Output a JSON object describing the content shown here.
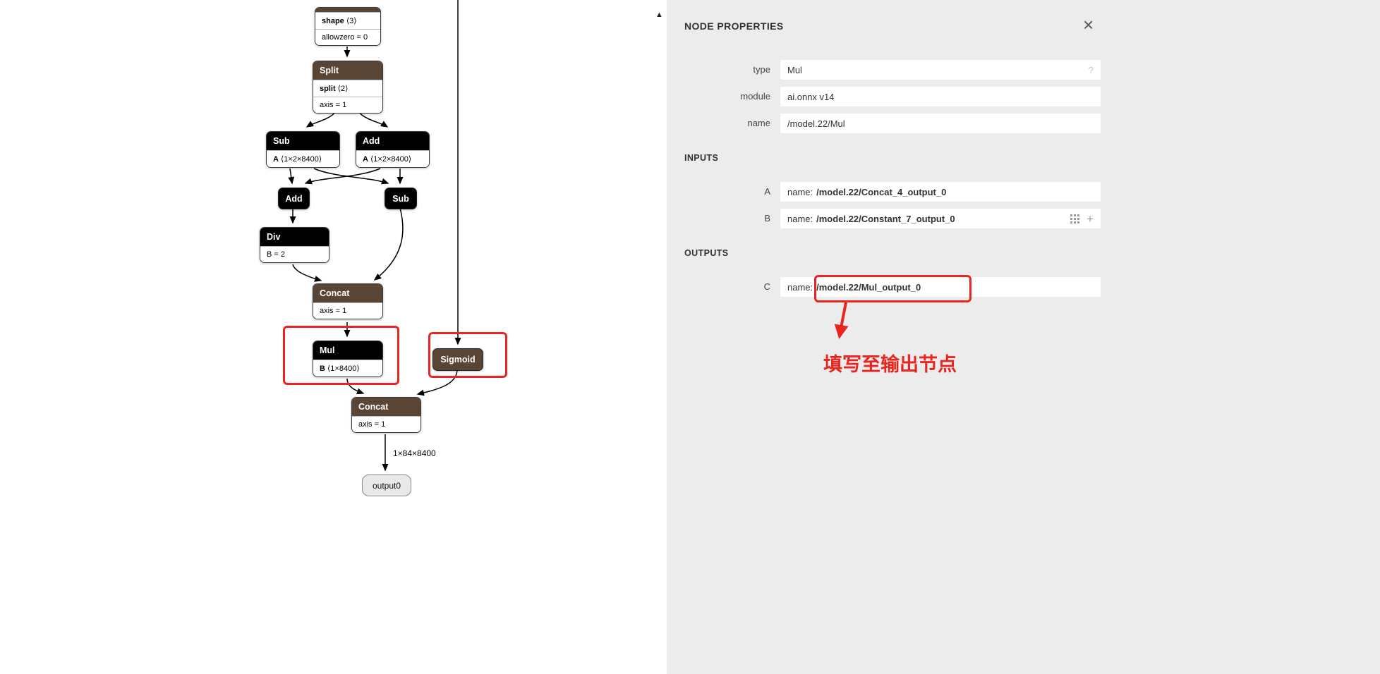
{
  "colors": {
    "header_brown": "#5a4433",
    "header_black": "#000000",
    "annotation_red": "#e8251f",
    "panel_bg": "#ececec"
  },
  "icons": {
    "close": "×",
    "help": "?",
    "plus": "+",
    "up_triangle": "▲"
  },
  "graph": {
    "edge_label": "1×84×8400",
    "nodes": [
      {
        "title": "",
        "rows": [
          {
            "b": "shape",
            "t": " ⟨3⟩"
          },
          {
            "b": "",
            "t": "allowzero = 0"
          }
        ]
      },
      {
        "title": "Split",
        "rows": [
          {
            "b": "split",
            "t": " ⟨2⟩"
          },
          {
            "b": "",
            "t": "axis = 1"
          }
        ]
      },
      {
        "title": "Sub",
        "rows": [
          {
            "b": "A",
            "t": " ⟨1×2×8400⟩"
          }
        ]
      },
      {
        "title": "Add",
        "rows": [
          {
            "b": "A",
            "t": " ⟨1×2×8400⟩"
          }
        ]
      },
      {
        "title": "Add"
      },
      {
        "title": "Sub"
      },
      {
        "title": "Div",
        "rows": [
          {
            "b": "",
            "t": "B = 2"
          }
        ]
      },
      {
        "title": "Concat",
        "rows": [
          {
            "b": "",
            "t": "axis = 1"
          }
        ]
      },
      {
        "title": "Mul",
        "rows": [
          {
            "b": "B",
            "t": " ⟨1×8400⟩"
          }
        ]
      },
      {
        "title": "Sigmoid"
      },
      {
        "title": "Concat",
        "rows": [
          {
            "b": "",
            "t": "axis = 1"
          }
        ]
      },
      {
        "title": "output0"
      }
    ]
  },
  "panel": {
    "title": "NODE PROPERTIES",
    "io_prefix": "name:",
    "fields": [
      {
        "label": "type",
        "value": "Mul"
      },
      {
        "label": "module",
        "value": "ai.onnx v14"
      },
      {
        "label": "name",
        "value": "/model.22/Mul"
      }
    ],
    "inputs": {
      "title": "INPUTS",
      "rows": [
        {
          "label": "A",
          "value": "/model.22/Concat_4_output_0"
        },
        {
          "label": "B",
          "value": "/model.22/Constant_7_output_0"
        }
      ]
    },
    "outputs": {
      "title": "OUTPUTS",
      "rows": [
        {
          "label": "C",
          "value": "/model.22/Mul_output_0"
        }
      ]
    },
    "annotation_text": "填写至输出节点"
  }
}
